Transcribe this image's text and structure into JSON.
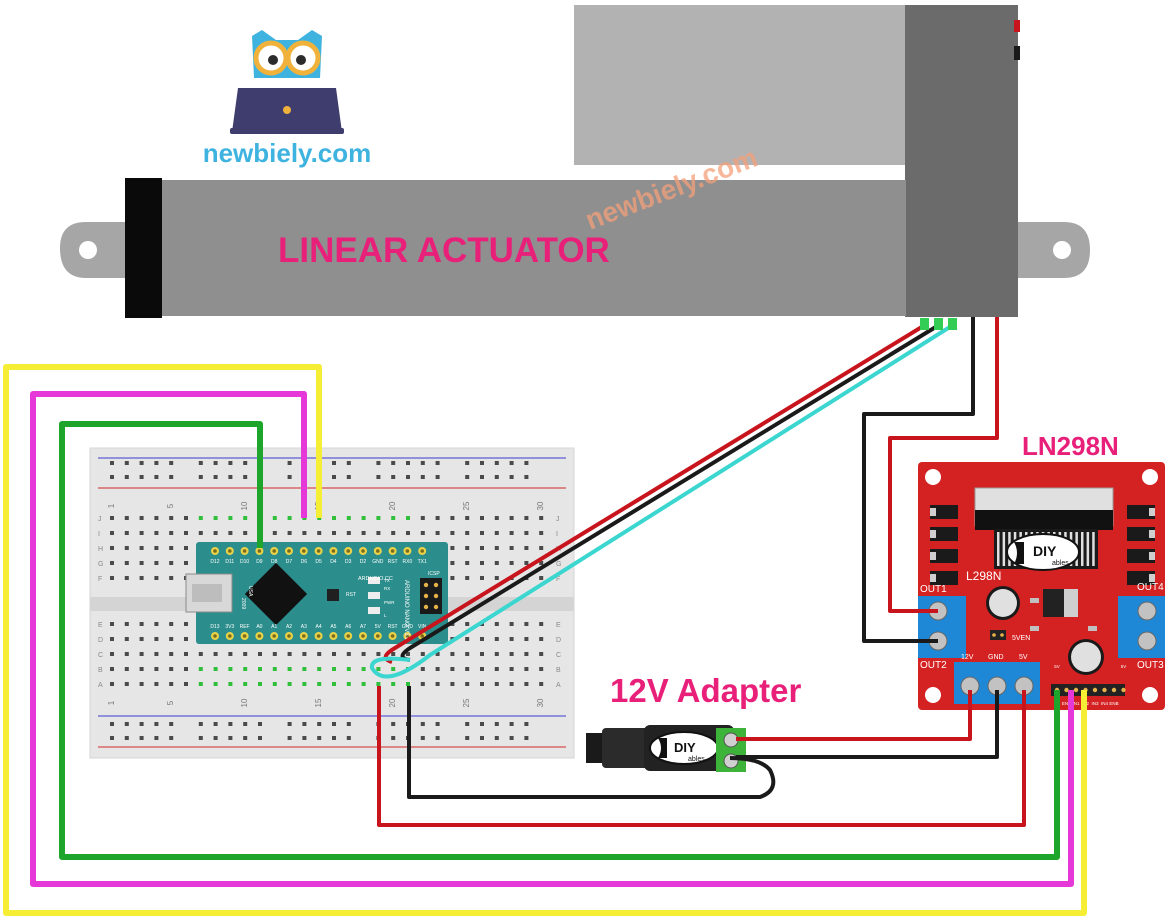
{
  "brand": {
    "logo_text": "newbiely.com",
    "watermark_text": "newbiely.com",
    "color": "#3fb3e0"
  },
  "actuator": {
    "label": "LINEAR ACTUATOR",
    "label_color": "#e8207a"
  },
  "driver": {
    "label": "LN298N",
    "label_color": "#e8207a",
    "chip_text": "L298N",
    "logo_text": "DIY",
    "logo_sub": "ables",
    "out_labels": [
      "OUT1",
      "OUT2",
      "OUT3",
      "OUT4"
    ],
    "power_labels": [
      "12V",
      "GND",
      "5V"
    ],
    "jumper_label": "5VEN",
    "ctrl_labels": [
      "5V",
      "ENA",
      "IN1",
      "IN2",
      "IN3",
      "IN4",
      "ENB",
      "5V"
    ]
  },
  "adapter": {
    "label": "12V Adapter",
    "label_color": "#e8207a",
    "logo_text": "DIY",
    "logo_sub": "ables"
  },
  "nano": {
    "top_pins": [
      "D12",
      "D11",
      "D10",
      "D9",
      "D8",
      "D7",
      "D6",
      "D5",
      "D4",
      "D3",
      "D2",
      "GND",
      "RST",
      "RX0",
      "TX1"
    ],
    "bottom_pins": [
      "D13",
      "3V3",
      "REF",
      "A0",
      "A1",
      "A2",
      "A3",
      "A4",
      "A5",
      "A6",
      "A7",
      "5V",
      "RST",
      "GND",
      "VIN"
    ],
    "board_text": "ARDUINO NANO V3.0",
    "site_text": "ARDUINO.CC",
    "usa_text": "USA",
    "year_text": "2009",
    "icsp_text": "ICSP",
    "led_labels": [
      "TX",
      "RX",
      "PWR",
      "L"
    ],
    "rst_label": "RST"
  },
  "breadboard": {
    "column_numbers": [
      "1",
      "5",
      "10",
      "15",
      "20",
      "25",
      "30"
    ],
    "row_letters_top": [
      "J",
      "I",
      "H",
      "G",
      "F"
    ],
    "row_letters_bottom": [
      "E",
      "D",
      "C",
      "B",
      "A"
    ]
  },
  "wire_colors": {
    "red": "#c8141c",
    "black": "#1a1a1a",
    "yellow": "#f5ee35",
    "magenta": "#e637d8",
    "green": "#1ea52c",
    "cyan": "#3ad6cf"
  }
}
